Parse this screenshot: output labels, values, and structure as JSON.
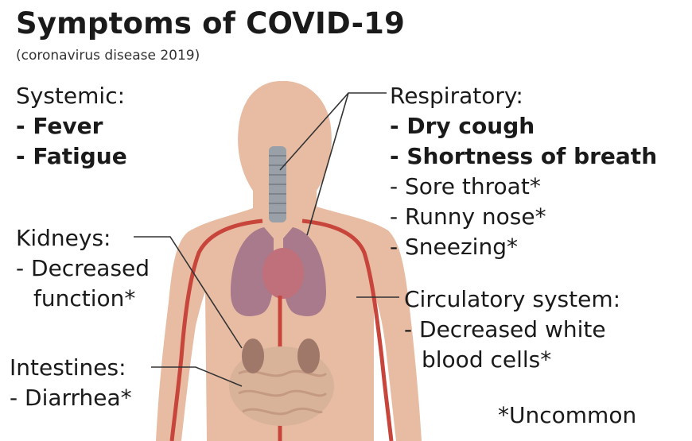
{
  "title": "Symptoms of COVID-19",
  "subtitle": "(coronavirus disease 2019)",
  "sections": {
    "systemic": {
      "heading": "Systemic:",
      "items": [
        "- Fever",
        "- Fatigue"
      ]
    },
    "respiratory": {
      "heading": "Respiratory:",
      "items": [
        "- Dry cough",
        "- Shortness of breath",
        "- Sore throat*",
        "- Runny nose*",
        "- Sneezing*"
      ]
    },
    "kidneys": {
      "heading": "Kidneys:",
      "items": [
        "- Decreased",
        "function*"
      ]
    },
    "circulatory": {
      "heading": "Circulatory system:",
      "items": [
        "- Decreased white",
        "blood cells*"
      ]
    },
    "intestines": {
      "heading": "Intestines:",
      "items": [
        "- Diarrhea*"
      ]
    }
  },
  "footnote": "*Uncommon",
  "colors": {
    "skin": "#e8bca3",
    "skin_dark": "#d9a58b",
    "artery": "#c8453c",
    "lung": "#a87a8c",
    "heart": "#c0707a",
    "trachea": "#9aa0a8",
    "kidney": "#a0786a",
    "intestine": "#d9b29a"
  }
}
